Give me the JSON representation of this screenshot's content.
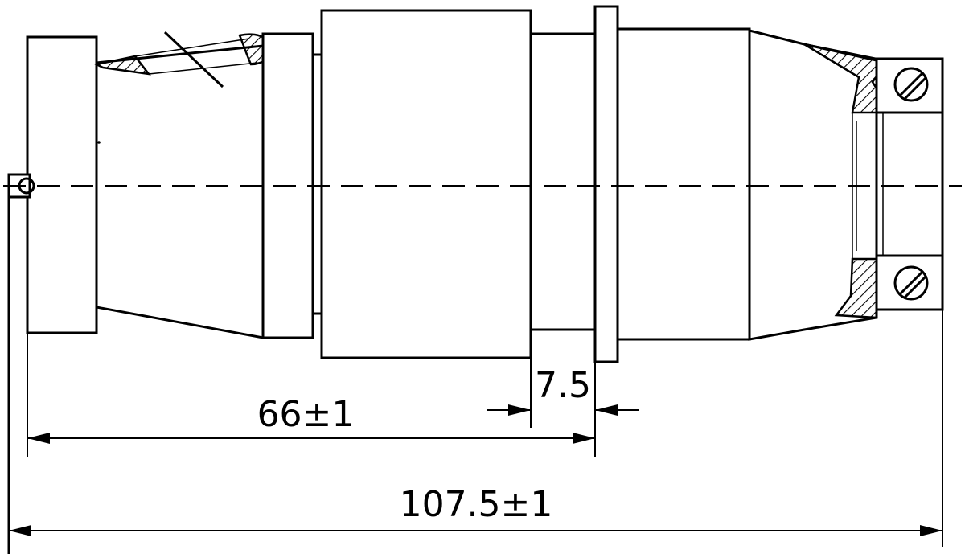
{
  "diagram": {
    "dimensions": {
      "overall_length": "107.5±1",
      "body_length": "66±1",
      "flange_offset": "7.5"
    },
    "colors": {
      "line": "#000000",
      "background": "#ffffff"
    }
  }
}
